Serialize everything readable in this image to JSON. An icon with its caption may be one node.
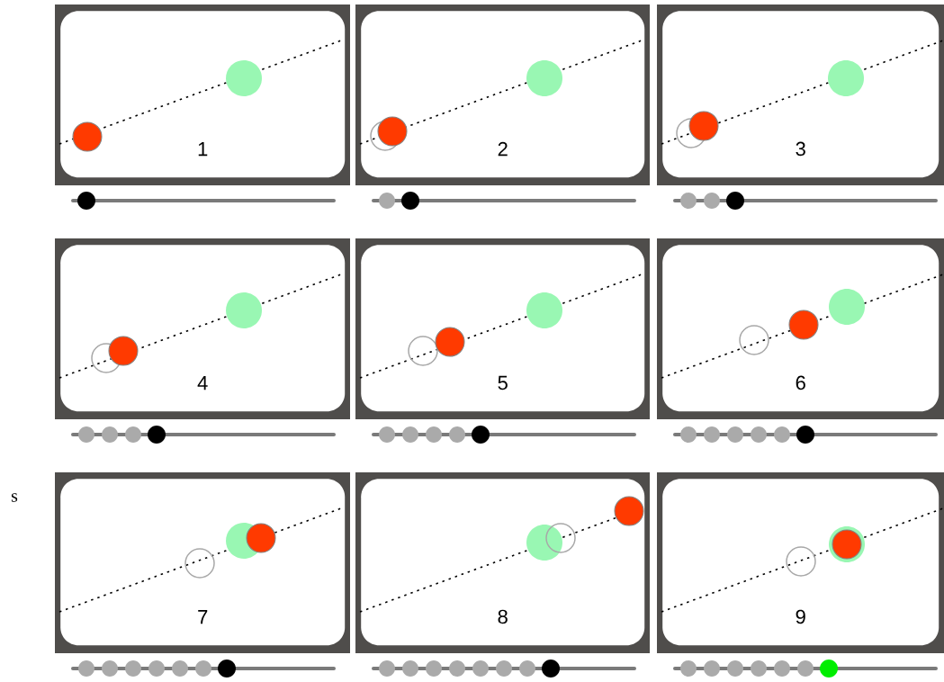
{
  "diagram": {
    "nodes": [
      {
        "text": [
          "1"
        ]
      },
      {
        "text": [
          "2"
        ]
      },
      {
        "text": [
          "3"
        ]
      },
      {
        "text": [
          "4"
        ]
      },
      {
        "text": [
          "5"
        ]
      },
      {
        "text": [
          "6"
        ]
      },
      {
        "text": [
          "7"
        ]
      },
      {
        "text": [
          "8"
        ]
      },
      {
        "text": [
          "9"
        ]
      }
    ],
    "labels": [
      "s"
    ]
  }
}
